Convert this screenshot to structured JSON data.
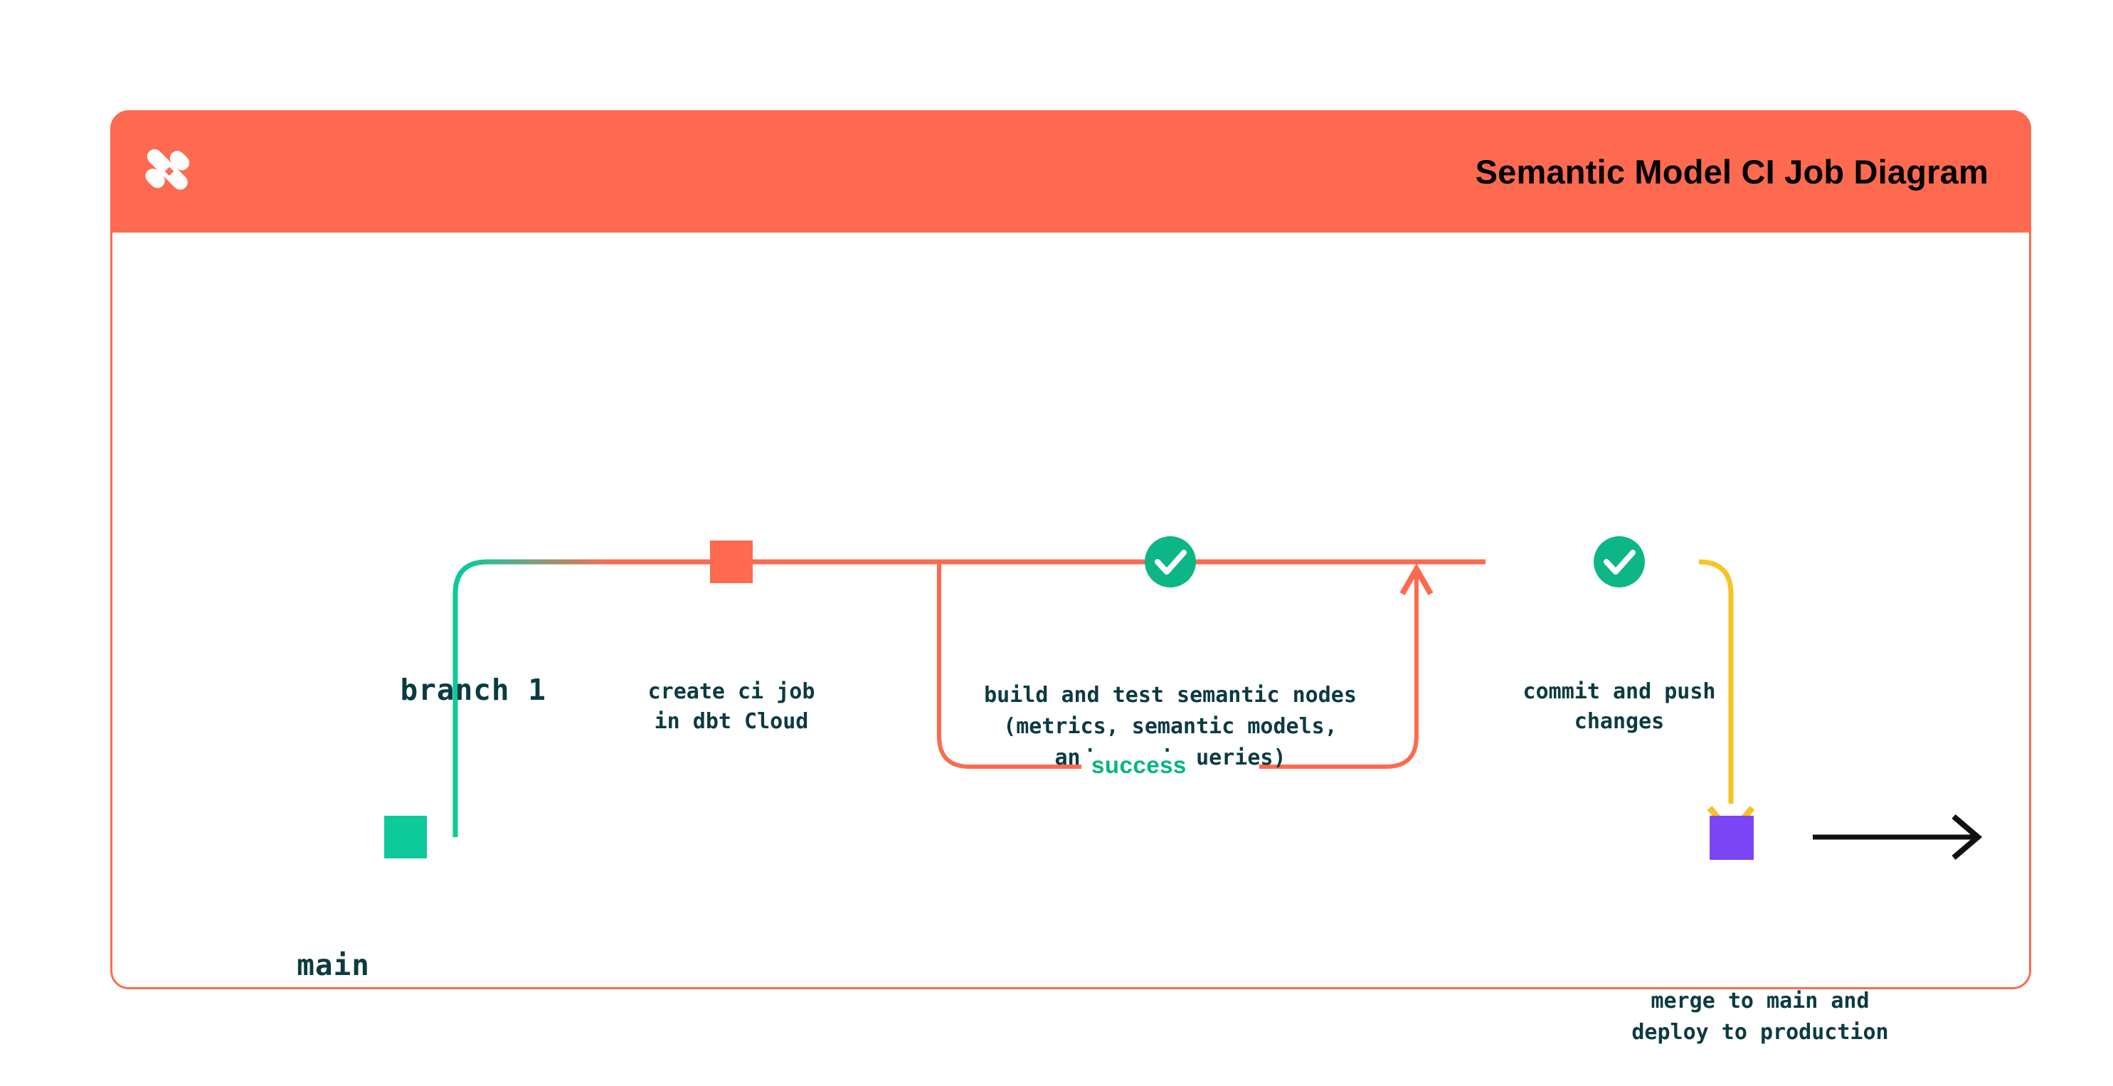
{
  "header": {
    "title": "Semantic Model CI Job Diagram",
    "logo_icon": "dbt-x-logo-icon",
    "background_color": "#FD6A4F",
    "title_color": "#000000"
  },
  "card": {
    "border_color": "#FD6A4F",
    "background_color": "#FFFFFF"
  },
  "diagram": {
    "type": "git-branch-flow",
    "lanes": [
      {
        "id": "branch1",
        "label": "branch 1",
        "color": "#FD6A4F"
      },
      {
        "id": "main",
        "label": "main",
        "color": "#0EC99A"
      }
    ],
    "nodes": [
      {
        "id": "create-ci-job",
        "lane": "branch1",
        "marker": "square",
        "marker_color": "#FD6A4F",
        "label_line1": "create ci job",
        "label_line2": "in dbt Cloud"
      },
      {
        "id": "build-and-test",
        "lane": "branch1",
        "marker": "check-circle",
        "marker_color": "#0DB687",
        "label_line1": "build and test semantic nodes",
        "label_line2": "(metrics, semantic models,",
        "label_line3": "and saved queries)"
      },
      {
        "id": "commit-and-push",
        "lane": "branch1",
        "marker": "check-circle",
        "marker_color": "#0DB687",
        "label_line1": "commit and push",
        "label_line2": "changes"
      },
      {
        "id": "merge-to-main",
        "lane": "main",
        "marker": "square",
        "marker_color": "#7C45F5",
        "label_line1": "merge to main and",
        "label_line2": "deploy to production"
      }
    ],
    "edges": [
      {
        "id": "success-loop",
        "label": "success",
        "label_color": "#07B583",
        "color": "#FD6A4F",
        "arrow": "up"
      },
      {
        "id": "branch-to-main-merge",
        "color": "#F7C325",
        "arrow": "down"
      },
      {
        "id": "main-continues",
        "color": "#000000",
        "arrow": "right"
      }
    ],
    "colors": {
      "orange": "#FD6A4F",
      "green": "#0EC99A",
      "check_green": "#0DB687",
      "success_green": "#07B583",
      "yellow": "#F7C325",
      "purple": "#7C45F5",
      "text_navy": "#0B3B42",
      "black": "#000000"
    }
  }
}
